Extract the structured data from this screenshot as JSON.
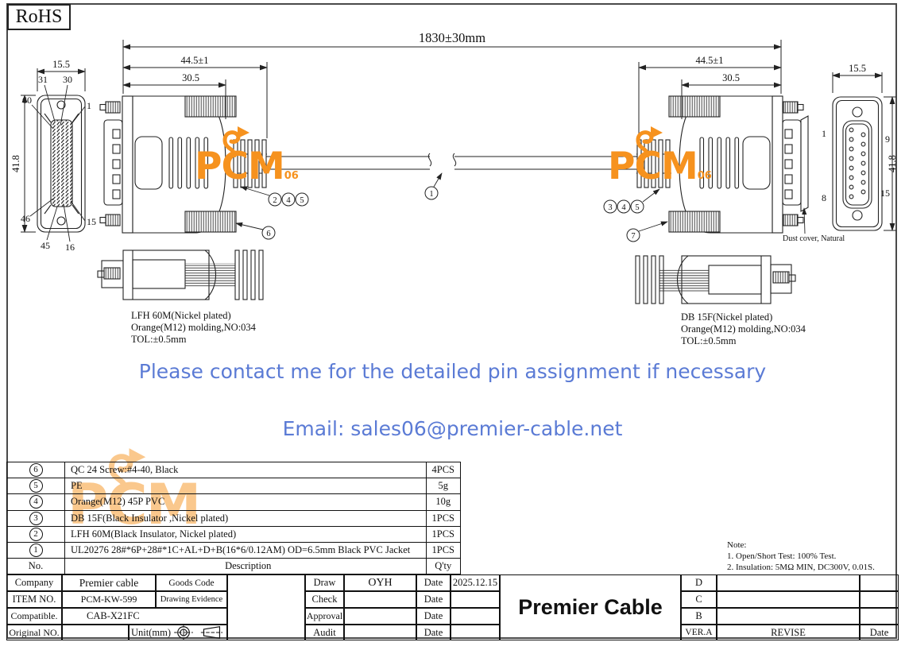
{
  "sheet": {
    "rohs": "RoHS",
    "watermark": {
      "text": "PCM",
      "sub": "06"
    }
  },
  "colors": {
    "accent_orange": "#f6921e",
    "notice_blue": "#5b7bd5"
  },
  "drawing": {
    "overall_dim": "1830±30mm",
    "cable_callout": "1",
    "left": {
      "face": {
        "width": "15.5",
        "height": "41.8",
        "pins": {
          "p31": "31",
          "p30": "30",
          "p1": "1",
          "p60": "60",
          "p46": "46",
          "p15": "15",
          "p45": "45",
          "p16": "16"
        }
      },
      "dims": {
        "overall": "44.5±1",
        "front": "30.5"
      },
      "callouts": {
        "mid1": "2",
        "mid2": "4",
        "mid3": "5",
        "boot": "6"
      },
      "label": {
        "l1": "LFH 60M(Nickel plated)",
        "l2": "Orange(M12) molding,NO:034",
        "l3": "TOL:±0.5mm"
      }
    },
    "right": {
      "face": {
        "width": "15.5",
        "height": "41.8",
        "pins": {
          "p1": "1",
          "p9": "9",
          "p8": "8",
          "p15": "15"
        }
      },
      "dims": {
        "overall": "44.5±1",
        "front": "30.5"
      },
      "callouts": {
        "mid1": "3",
        "mid2": "4",
        "mid3": "5",
        "boot": "7"
      },
      "dust_cover": "Dust cover, Natural",
      "label": {
        "l1": "DB 15F(Nickel plated)",
        "l2": "Orange(M12) molding,NO:034",
        "l3": "TOL:±0.5mm"
      }
    }
  },
  "notice": {
    "line1": "Please contact me for the detailed pin assignment if necessary",
    "line2": "Email: sales06@premier-cable.net"
  },
  "bom": {
    "rows": [
      {
        "no": "6",
        "desc": "QC 24 Screw:#4-40, Black",
        "qty": "4PCS"
      },
      {
        "no": "5",
        "desc": "PE",
        "qty": "5g"
      },
      {
        "no": "4",
        "desc": "Orange(M12) 45P PVC",
        "qty": "10g"
      },
      {
        "no": "3",
        "desc": "DB 15F(Black Insulator ,Nickel plated)",
        "qty": "1PCS"
      },
      {
        "no": "2",
        "desc": "LFH 60M(Black Insulator, Nickel plated)",
        "qty": "1PCS"
      },
      {
        "no": "1",
        "desc": "UL20276 28#*6P+28#*1C+AL+D+B(16*6/0.12AM) OD=6.5mm Black PVC Jacket",
        "qty": "1PCS"
      }
    ],
    "footer": {
      "no": "No.",
      "desc": "Description",
      "qty": "Q'ty"
    }
  },
  "note": {
    "title": "Note:",
    "line1": "1. Open/Short Test: 100% Test.",
    "line2": "2. Insulation: 5MΩ MIN, DC300V, 0.01S."
  },
  "title_block": {
    "company_label": "Company",
    "company_value": "Premier cable",
    "goods_code": "Goods Code",
    "item_label": "ITEM NO.",
    "item_value": "PCM-KW-599",
    "drawing_evidence": "Drawing Evidence",
    "compatible_label": "Compatible.",
    "compatible_value": "CAB-X21FC",
    "original_label": "Original NO.",
    "unit": "Unit(mm)",
    "draw": "Draw",
    "draw_value": "OYH",
    "check": "Check",
    "approval": "Approval",
    "audit": "Audit",
    "date": "Date",
    "draw_date": "2025.12.15",
    "brand": "Premier Cable",
    "rev_d": "D",
    "rev_c": "C",
    "rev_b": "B",
    "ver": "VER.A",
    "revise": "REVISE",
    "rev_date": "Date"
  }
}
